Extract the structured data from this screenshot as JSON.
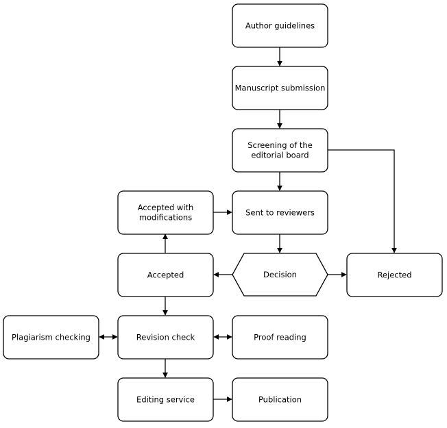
{
  "nodes": {
    "author_guidelines": [
      "Author guidelines"
    ],
    "manuscript_submission": [
      "Manuscript submission"
    ],
    "screening": [
      "Screening of the",
      "editorial board"
    ],
    "sent_to_reviewers": [
      "Sent to reviewers"
    ],
    "accepted_with_modifications": [
      "Accepted with",
      "modifications"
    ],
    "decision": [
      "Decision"
    ],
    "accepted": [
      "Accepted"
    ],
    "rejected": [
      "Rejected"
    ],
    "plagiarism_checking": [
      "Plagiarism checking"
    ],
    "revision_check": [
      "Revision check"
    ],
    "proof_reading": [
      "Proof reading"
    ],
    "editing_service": [
      "Editing service"
    ],
    "publication": [
      "Publication"
    ]
  },
  "colors": {
    "stroke": "#000000",
    "fill": "#ffffff",
    "text": "#000000"
  }
}
